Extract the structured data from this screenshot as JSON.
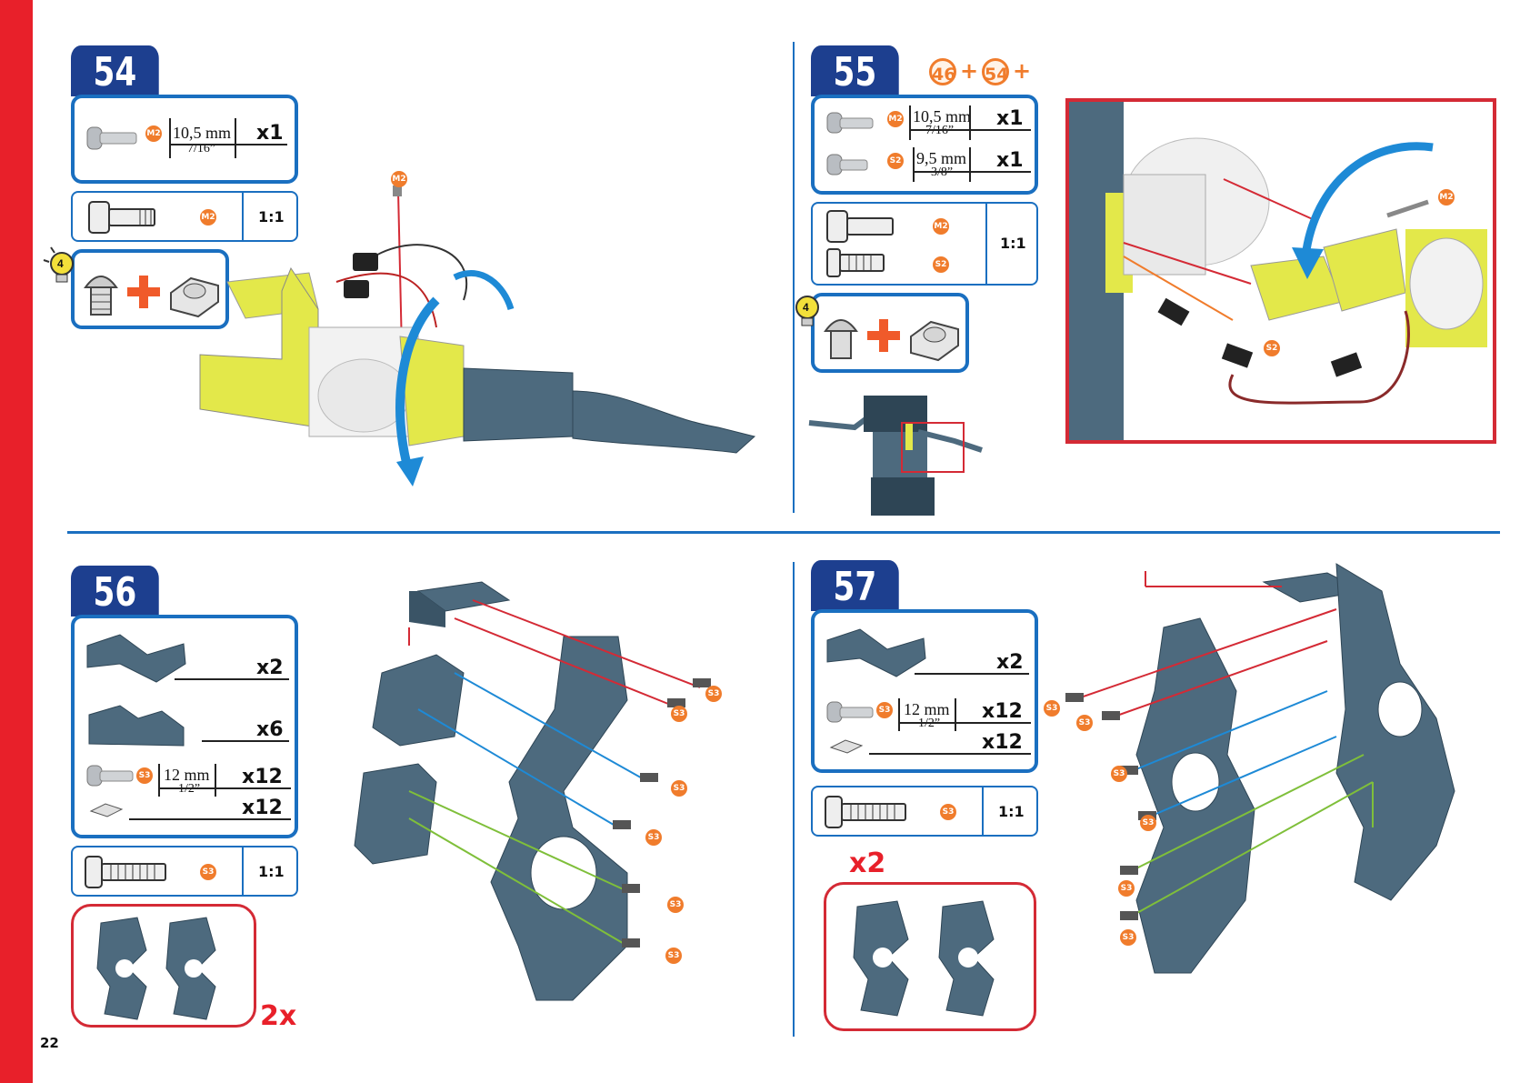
{
  "page_number": "22",
  "steps": {
    "s54": {
      "number": "54",
      "part_tag": "M2",
      "length_mm": "10,5 mm",
      "length_in": "7/16”",
      "qty": "x1",
      "scale": "1:1",
      "tip_number": "4",
      "model_tag": "M2"
    },
    "s55": {
      "number": "55",
      "refs": [
        "46",
        "54"
      ],
      "plus": "+",
      "rows": [
        {
          "tag": "M2",
          "length_mm": "10,5 mm",
          "length_in": "7/16”",
          "qty": "x1"
        },
        {
          "tag": "S2",
          "length_mm": "9,5 mm",
          "length_in": "3/8”",
          "qty": "x1"
        }
      ],
      "scale": "1:1",
      "scale_tags": [
        "M2",
        "S2"
      ],
      "tip_number": "4",
      "detail_tags": [
        "M2",
        "S2"
      ]
    },
    "s56": {
      "number": "56",
      "qty_bracket": "x2",
      "qty_cradle": "x6",
      "screw_tag": "S3",
      "length_mm": "12 mm",
      "length_in": "1/2”",
      "qty_screw": "x12",
      "qty_nut": "x12",
      "scale_tag": "S3",
      "scale": "1:1",
      "result_mult": "2x",
      "diagram_tags": [
        "S3",
        "S3",
        "S3",
        "S3",
        "S3",
        "S3"
      ]
    },
    "s57": {
      "number": "57",
      "qty_bracket": "x2",
      "screw_tag": "S3",
      "length_mm": "12 mm",
      "length_in": "1/2”",
      "qty_screw": "x12",
      "qty_nut": "x12",
      "scale_tag": "S3",
      "scale": "1:1",
      "result_mult": "x2",
      "diagram_tags": [
        "S3",
        "S3",
        "S3",
        "S3",
        "S3",
        "S3"
      ]
    }
  },
  "colors": {
    "brand_blue": "#1d3f8f",
    "frame_blue": "#1a6fc0",
    "accent_red": "#e8202a",
    "part_tag_orange": "#f07c2c",
    "part_yellow": "#e3e84a",
    "part_slate": "#4d6a7e"
  },
  "icons": [
    "screw-icon",
    "nut-icon",
    "lightbulb-icon",
    "plus-icon",
    "rotate-arrow-icon",
    "bracket-part-icon",
    "cradle-part-icon"
  ]
}
